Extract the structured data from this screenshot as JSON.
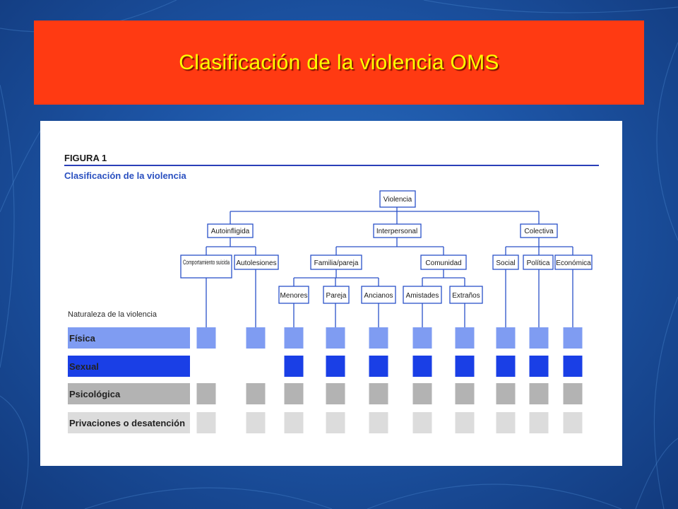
{
  "slide": {
    "title": "Clasificación de la violencia OMS",
    "colors": {
      "background": "#1d55a6",
      "title_bar": "#ff3a12",
      "title_text": "#ffff00"
    }
  },
  "figure": {
    "label": "FIGURA 1",
    "caption": "Clasificación de la violencia",
    "root": "Violencia",
    "level1": [
      "Autoinfligida",
      "Interpersonal",
      "Colectiva"
    ],
    "level2": [
      "Comportamiento suicida",
      "Autolesiones",
      "Familia/pareja",
      "Comunidad",
      "Social",
      "Política",
      "Económica"
    ],
    "level3": [
      "Menores",
      "Pareja",
      "Ancianos",
      "Amistades",
      "Extraños"
    ],
    "nature_heading": "Naturaleza de la violencia",
    "natures": [
      {
        "label": "Física",
        "color": "#7f9cf2",
        "cells": [
          true,
          true,
          true,
          true,
          true,
          true,
          true,
          true,
          true,
          true
        ]
      },
      {
        "label": "Sexual",
        "color": "#1a3fe6",
        "cells": [
          false,
          false,
          true,
          true,
          true,
          true,
          true,
          true,
          true,
          true
        ]
      },
      {
        "label": "Psicológica",
        "color": "#b3b3b3",
        "cells": [
          true,
          true,
          true,
          true,
          true,
          true,
          true,
          true,
          true,
          true
        ]
      },
      {
        "label": "Privaciones o desatención",
        "color": "#dcdcdc",
        "cells": [
          true,
          true,
          true,
          true,
          true,
          true,
          true,
          true,
          true,
          true
        ]
      }
    ]
  }
}
